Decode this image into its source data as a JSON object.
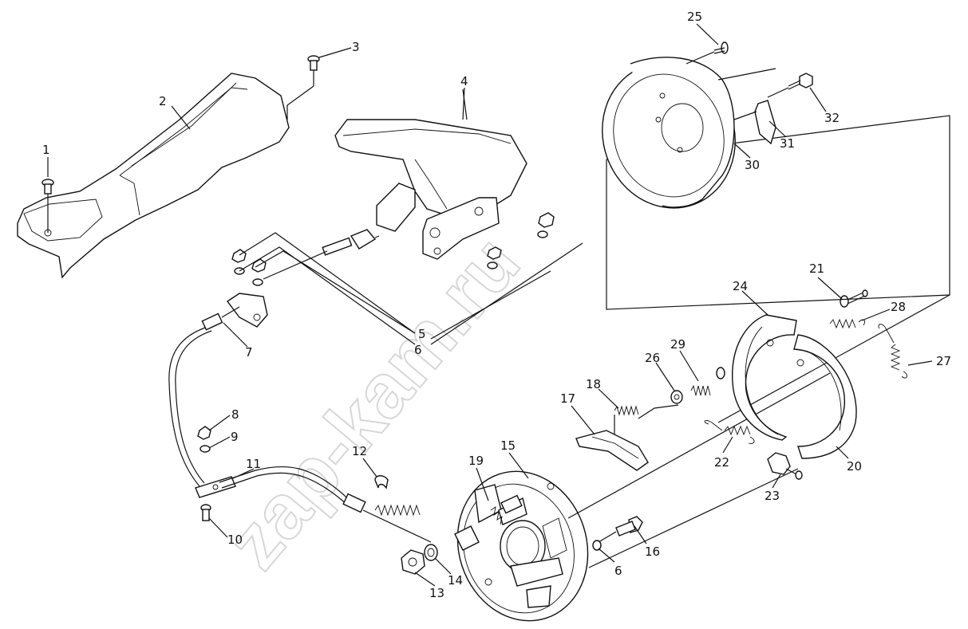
{
  "watermark": "zap-kam.ru",
  "callouts": [
    {
      "id": "c1",
      "label": "1"
    },
    {
      "id": "c2",
      "label": "2"
    },
    {
      "id": "c3",
      "label": "3"
    },
    {
      "id": "c4",
      "label": "4"
    },
    {
      "id": "c5",
      "label": "5"
    },
    {
      "id": "c6a",
      "label": "6"
    },
    {
      "id": "c6b",
      "label": "6"
    },
    {
      "id": "c7",
      "label": "7"
    },
    {
      "id": "c8",
      "label": "8"
    },
    {
      "id": "c9",
      "label": "9"
    },
    {
      "id": "c10",
      "label": "10"
    },
    {
      "id": "c11",
      "label": "11"
    },
    {
      "id": "c12",
      "label": "12"
    },
    {
      "id": "c13",
      "label": "13"
    },
    {
      "id": "c14",
      "label": "14"
    },
    {
      "id": "c15",
      "label": "15"
    },
    {
      "id": "c16",
      "label": "16"
    },
    {
      "id": "c17",
      "label": "17"
    },
    {
      "id": "c18",
      "label": "18"
    },
    {
      "id": "c19",
      "label": "19"
    },
    {
      "id": "c20",
      "label": "20"
    },
    {
      "id": "c21",
      "label": "21"
    },
    {
      "id": "c22",
      "label": "22"
    },
    {
      "id": "c23",
      "label": "23"
    },
    {
      "id": "c24",
      "label": "24"
    },
    {
      "id": "c25",
      "label": "25"
    },
    {
      "id": "c26",
      "label": "26"
    },
    {
      "id": "c27",
      "label": "27"
    },
    {
      "id": "c28",
      "label": "28"
    },
    {
      "id": "c29",
      "label": "29"
    },
    {
      "id": "c30",
      "label": "30"
    },
    {
      "id": "c31",
      "label": "31"
    },
    {
      "id": "c32",
      "label": "32"
    }
  ]
}
